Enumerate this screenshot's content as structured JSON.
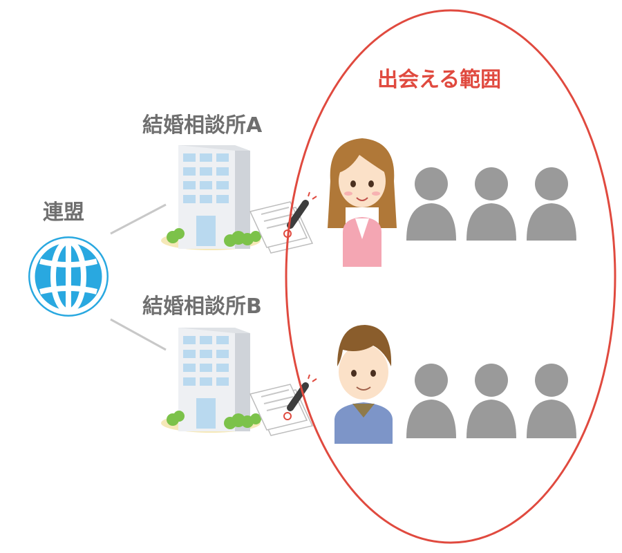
{
  "diagram": {
    "federation_label": "連盟",
    "agency_a_label": "結婚相談所A",
    "agency_b_label": "結婚相談所B",
    "range_label": "出会える範囲"
  },
  "colors": {
    "range_ellipse": "#e04a3f",
    "globe": "#29a8e0",
    "label_gray": "#6f6f6f",
    "person_silhouette": "#9a9a9a",
    "connector": "#c8c8c8"
  },
  "icons": [
    "globe-icon",
    "building-icon",
    "contract-document-icon",
    "pen-icon",
    "woman-avatar",
    "man-avatar",
    "person-silhouette-icon"
  ]
}
